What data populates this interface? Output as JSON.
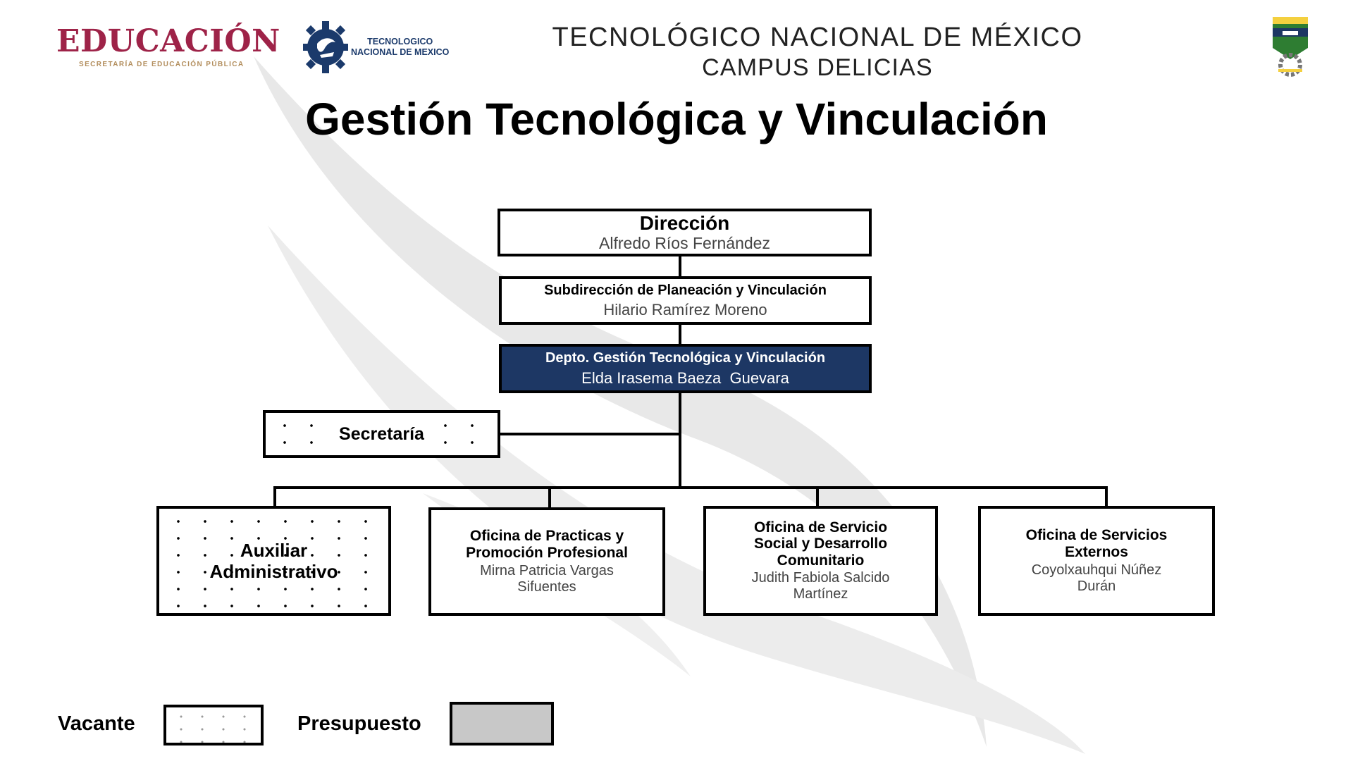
{
  "header": {
    "sep_logo_text": "EDUCACIÓN",
    "sep_logo_subtext": "SECRETARÍA DE EDUCACIÓN PÚBLICA",
    "tecnm_logo_text": "TECNOLOGICO\nNACIONAL DE MEXICO",
    "institution": "TECNOLÓGICO NACIONAL DE MÉXICO",
    "campus": "CAMPUS DELICIAS",
    "title": "Gestión Tecnológica y Vinculación"
  },
  "colors": {
    "sep_brand": "#9e2348",
    "sep_gold": "#b38e5d",
    "tecnm_blue": "#1b3a6b",
    "department_fill": "#1d3764",
    "budget_fill": "#c8c8c8"
  },
  "org": {
    "direccion": {
      "title": "Dirección",
      "name": "Alfredo Ríos Fernández"
    },
    "subdireccion": {
      "title": "Subdirección de Planeación y Vinculación",
      "name": "Hilario Ramírez Moreno"
    },
    "departamento": {
      "title": "Depto. Gestión Tecnológica y Vinculación",
      "name": "Elda Irasema Baeza  Guevara"
    },
    "secretaria": {
      "title": "Secretaría",
      "status": "vacante"
    },
    "auxiliar": {
      "title": "Auxiliar Administrativo",
      "status": "vacante"
    },
    "practicas": {
      "title": "Oficina de Practicas y Promoción Profesional",
      "name": "Mirna Patricia Vargas Sifuentes"
    },
    "servicio_social": {
      "title": "Oficina de Servicio Social y Desarrollo Comunitario",
      "name": "Judith Fabiola Salcido Martínez"
    },
    "servicios_externos": {
      "title": "Oficina de Servicios Externos",
      "name": "Coyolxauhqui Núñez Durán"
    }
  },
  "legend": {
    "vacante": "Vacante",
    "presupuesto": "Presupuesto"
  }
}
